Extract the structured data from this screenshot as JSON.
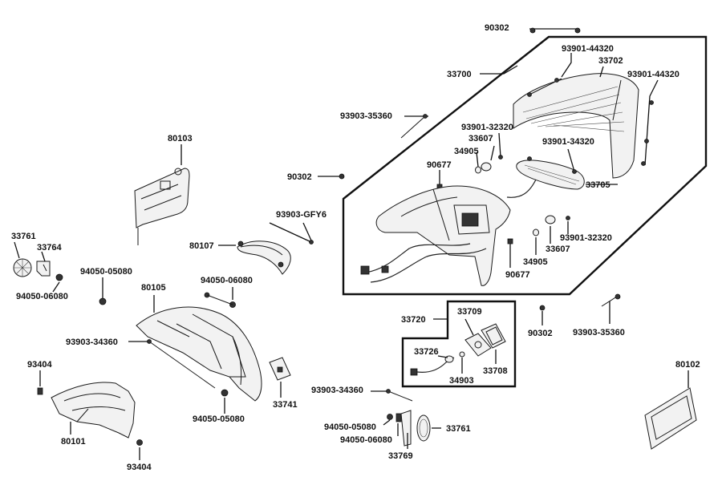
{
  "diagram": {
    "labels": [
      {
        "id": "90302_top",
        "text": "90302"
      },
      {
        "id": "93901_44320_top",
        "text": "93901-44320"
      },
      {
        "id": "33702",
        "text": "33702"
      },
      {
        "id": "33700",
        "text": "33700"
      },
      {
        "id": "93901_44320_right",
        "text": "93901-44320"
      },
      {
        "id": "93903_35360_top",
        "text": "93903-35360"
      },
      {
        "id": "93901_32320_top",
        "text": "93901-32320"
      },
      {
        "id": "33607_top",
        "text": "33607"
      },
      {
        "id": "34905_top",
        "text": "34905"
      },
      {
        "id": "93901_34320",
        "text": "93901-34320"
      },
      {
        "id": "80103",
        "text": "80103"
      },
      {
        "id": "90677_top",
        "text": "90677"
      },
      {
        "id": "90302_mid",
        "text": "90302"
      },
      {
        "id": "33705",
        "text": "33705"
      },
      {
        "id": "93903_gfy6",
        "text": "93903-GFY6"
      },
      {
        "id": "33761_left",
        "text": "33761"
      },
      {
        "id": "33764",
        "text": "33764"
      },
      {
        "id": "80107",
        "text": "80107"
      },
      {
        "id": "93901_32320_right",
        "text": "93901-32320"
      },
      {
        "id": "33607_right",
        "text": "33607"
      },
      {
        "id": "34905_right",
        "text": "34905"
      },
      {
        "id": "94050_05080_left",
        "text": "94050-05080"
      },
      {
        "id": "90677_right",
        "text": "90677"
      },
      {
        "id": "94050_06080_top",
        "text": "94050-06080"
      },
      {
        "id": "94050_06080_left",
        "text": "94050-06080"
      },
      {
        "id": "80105",
        "text": "80105"
      },
      {
        "id": "33709",
        "text": "33709"
      },
      {
        "id": "33720",
        "text": "33720"
      },
      {
        "id": "90302_right",
        "text": "90302"
      },
      {
        "id": "93903_35360_right",
        "text": "93903-35360"
      },
      {
        "id": "93903_34360_left",
        "text": "93903-34360"
      },
      {
        "id": "33726",
        "text": "33726"
      },
      {
        "id": "33708",
        "text": "33708"
      },
      {
        "id": "34903",
        "text": "34903"
      },
      {
        "id": "93404_top",
        "text": "93404"
      },
      {
        "id": "80102",
        "text": "80102"
      },
      {
        "id": "93903_34360_bottom",
        "text": "93903-34360"
      },
      {
        "id": "33741",
        "text": "33741"
      },
      {
        "id": "94050_05080_mid",
        "text": "94050-05080"
      },
      {
        "id": "94050_05080_bottom",
        "text": "94050-05080"
      },
      {
        "id": "33761_bottom",
        "text": "33761"
      },
      {
        "id": "94050_06080_bottom",
        "text": "94050-06080"
      },
      {
        "id": "80101",
        "text": "80101"
      },
      {
        "id": "33769",
        "text": "33769"
      },
      {
        "id": "93404_bottom",
        "text": "93404"
      }
    ]
  }
}
